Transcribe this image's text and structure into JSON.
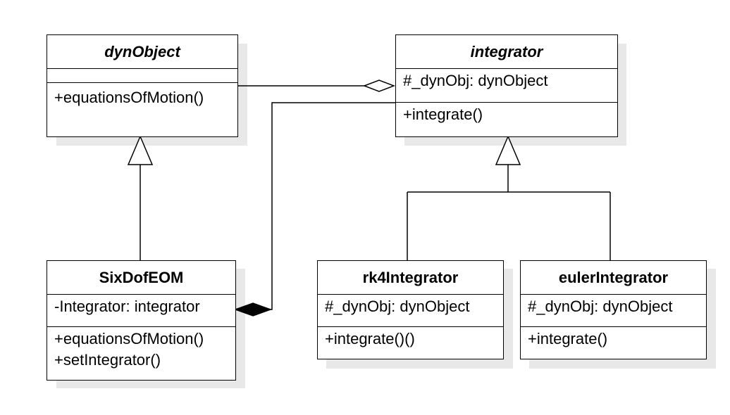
{
  "classes": {
    "dynObject": {
      "name": "dynObject",
      "attributes": [],
      "operations": [
        "+equationsOfMotion()"
      ]
    },
    "integrator": {
      "name": "integrator",
      "attributes": [
        "#_dynObj: dynObject"
      ],
      "operations": [
        "+integrate()"
      ]
    },
    "sixDofEOM": {
      "name": "SixDofEOM",
      "attributes": [
        "-Integrator: integrator"
      ],
      "operations": [
        "+equationsOfMotion()",
        "+setIntegrator()"
      ]
    },
    "rk4Integrator": {
      "name": "rk4Integrator",
      "attributes": [
        "#_dynObj: dynObject"
      ],
      "operations": [
        "+integrate()()"
      ]
    },
    "eulerIntegrator": {
      "name": "eulerIntegrator",
      "attributes": [
        "#_dynObj: dynObject"
      ],
      "operations": [
        "+integrate()"
      ]
    }
  },
  "relations": [
    {
      "type": "generalization",
      "from": "SixDofEOM",
      "to": "dynObject"
    },
    {
      "type": "generalization",
      "from": "rk4Integrator",
      "to": "integrator"
    },
    {
      "type": "generalization",
      "from": "eulerIntegrator",
      "to": "integrator"
    },
    {
      "type": "aggregation",
      "whole": "integrator",
      "part": "dynObject"
    },
    {
      "type": "composition",
      "whole": "SixDofEOM",
      "part": "integrator"
    }
  ]
}
